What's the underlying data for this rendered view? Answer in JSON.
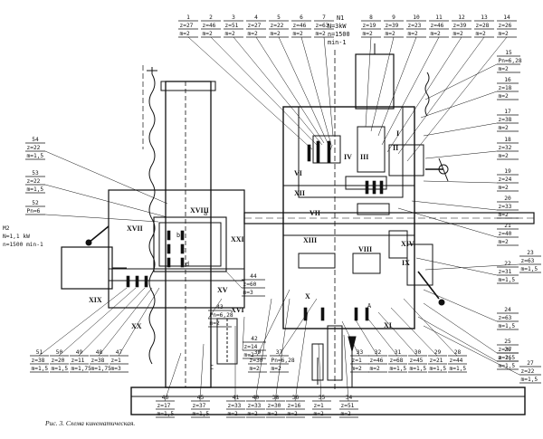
{
  "caption": "Рис. 3. Схема кинематическая.",
  "motors": {
    "main": [
      "N1",
      "N=3kW",
      "n=1500",
      "min-1"
    ],
    "feed": [
      "M2",
      "N=1,1 kW",
      "n=1500 min-1"
    ]
  },
  "top_callouts": [
    {
      "num": "1",
      "lines": [
        "z=27",
        "m=2"
      ]
    },
    {
      "num": "2",
      "lines": [
        "z=46",
        "m=2"
      ]
    },
    {
      "num": "3",
      "lines": [
        "z=51",
        "m=2"
      ]
    },
    {
      "num": "4",
      "lines": [
        "z=27",
        "m=2"
      ]
    },
    {
      "num": "5",
      "lines": [
        "z=22",
        "m=2"
      ]
    },
    {
      "num": "6",
      "lines": [
        "z=46",
        "m=2"
      ]
    },
    {
      "num": "7",
      "lines": [
        "z=63",
        "m=2"
      ]
    },
    {
      "num": "8",
      "lines": [
        "z=19",
        "m=2"
      ]
    },
    {
      "num": "9",
      "lines": [
        "z=39",
        "m=2"
      ]
    },
    {
      "num": "10",
      "lines": [
        "z=23",
        "m=2"
      ]
    },
    {
      "num": "11",
      "lines": [
        "z=46",
        "m=2"
      ]
    },
    {
      "num": "12",
      "lines": [
        "z=39",
        "m=2"
      ]
    },
    {
      "num": "13",
      "lines": [
        "z=28",
        "m=2"
      ]
    },
    {
      "num": "14",
      "lines": [
        "z=26",
        "m=2"
      ]
    }
  ],
  "right_callouts": [
    {
      "num": "15",
      "lines": [
        "Pn=6,28",
        "m=2"
      ]
    },
    {
      "num": "16",
      "lines": [
        "z=18",
        "m=2"
      ]
    },
    {
      "num": "17",
      "lines": [
        "z=38",
        "m=2"
      ]
    },
    {
      "num": "18",
      "lines": [
        "z=32",
        "m=2"
      ]
    },
    {
      "num": "19",
      "lines": [
        "z=24",
        "m=2"
      ]
    },
    {
      "num": "20",
      "lines": [
        "z=33",
        "m=2"
      ]
    },
    {
      "num": "21",
      "lines": [
        "z=40",
        "m=2"
      ]
    },
    {
      "num": "22",
      "lines": [
        "z=31",
        "m=1,5"
      ]
    },
    {
      "num": "23",
      "lines": [
        "z=63",
        "m=1,5"
      ]
    },
    {
      "num": "24",
      "lines": [
        "z=63",
        "m=1,5"
      ]
    },
    {
      "num": "25",
      "lines": [
        "z=37",
        "m=1,5"
      ]
    },
    {
      "num": "26",
      "lines": [
        "z=26",
        "m=1,5"
      ]
    },
    {
      "num": "27",
      "lines": [
        "z=22",
        "m=1,5"
      ]
    }
  ],
  "bottom_callouts": [
    {
      "num": "51",
      "lines": [
        "z=38",
        "m=1,5"
      ]
    },
    {
      "num": "50",
      "lines": [
        "z=20",
        "m=1,5"
      ]
    },
    {
      "num": "49",
      "lines": [
        "z=11",
        "m=1,75"
      ]
    },
    {
      "num": "48",
      "lines": [
        "z=38",
        "m=1,75"
      ]
    },
    {
      "num": "47",
      "lines": [
        "z=1",
        "m=3"
      ]
    },
    {
      "num": "39",
      "lines": [
        "z=30",
        "m=2"
      ]
    },
    {
      "num": "37",
      "lines": [
        "Pn=6,28",
        "m=2"
      ]
    },
    {
      "num": "33",
      "lines": [
        "z=1",
        "m=2"
      ]
    },
    {
      "num": "32",
      "lines": [
        "z=46",
        "m=2"
      ]
    },
    {
      "num": "31",
      "lines": [
        "z=68",
        "m=1,5"
      ]
    },
    {
      "num": "30",
      "lines": [
        "z=45",
        "m=1,5"
      ]
    },
    {
      "num": "29",
      "lines": [
        "z=21",
        "m=1,5"
      ]
    },
    {
      "num": "28",
      "lines": [
        "z=44",
        "m=1,5"
      ]
    }
  ],
  "base_callouts": [
    {
      "num": "46",
      "lines": [
        "z=17",
        "m=1,5"
      ]
    },
    {
      "num": "45",
      "lines": [
        "z=37",
        "m=1,5"
      ]
    },
    {
      "num": "41",
      "lines": [
        "z=33",
        "m=2"
      ]
    },
    {
      "num": "40",
      "lines": [
        "z=33",
        "m=2"
      ]
    },
    {
      "num": "38",
      "lines": [
        "z=30",
        "m=2"
      ]
    },
    {
      "num": "36",
      "lines": [
        "z=16",
        "m=2"
      ]
    },
    {
      "num": "35",
      "lines": [
        "z=1",
        "m=2"
      ]
    },
    {
      "num": "34",
      "lines": [
        "z=51",
        "m=2"
      ]
    }
  ],
  "left_callouts": [
    {
      "num": "54",
      "lines": [
        "z=22",
        "m=1,5"
      ]
    },
    {
      "num": "53",
      "lines": [
        "z=22",
        "m=1,5"
      ]
    },
    {
      "num": "52",
      "lines": [
        "Pn=6"
      ]
    }
  ],
  "center_callouts": [
    {
      "num": "44",
      "lines": [
        "z=60",
        "m=3"
      ]
    },
    {
      "num": "43",
      "lines": [
        "Pn=6,28",
        "m=2"
      ]
    },
    {
      "num": "42",
      "lines": [
        "z=14",
        "m=2"
      ]
    }
  ],
  "shafts": [
    "I",
    "II",
    "III",
    "IV",
    "V",
    "VI",
    "VII",
    "VIII",
    "IX",
    "X",
    "XI",
    "XII",
    "XIII",
    "XIV",
    "XV",
    "XVI",
    "XVII",
    "XVIII",
    "XIX",
    "XX",
    "XXI"
  ],
  "letters": [
    "A",
    "C",
    "a",
    "b",
    "c",
    "d"
  ]
}
